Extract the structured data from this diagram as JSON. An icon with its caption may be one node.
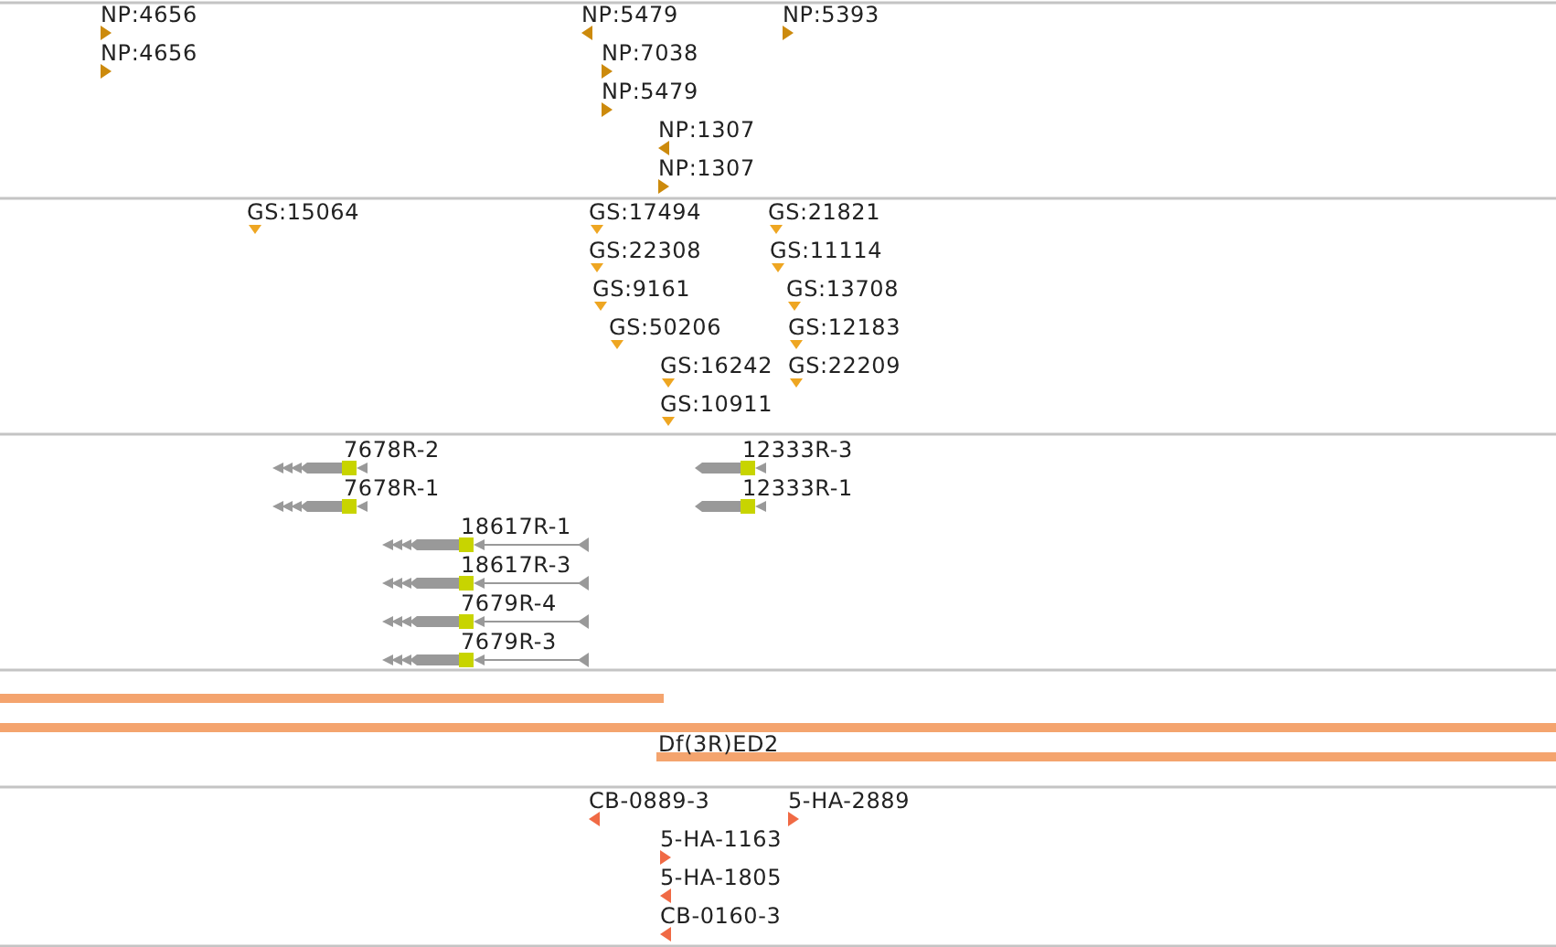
{
  "diagram": {
    "labels": [
      "NP:4656",
      "NP:5479",
      "NP:5393",
      "NP:4656",
      "NP:7038",
      "NP:5479",
      "NP:1307",
      "NP:1307",
      "GS:15064",
      "GS:17494",
      "GS:21821",
      "GS:22308",
      "GS:11114",
      "GS:9161",
      "GS:13708",
      "GS:50206",
      "GS:12183",
      "GS:16242",
      "GS:22209",
      "GS:10911",
      "7678R-2",
      "12333R-3",
      "7678R-1",
      "12333R-1",
      "18617R-1",
      "18617R-3",
      "7679R-4",
      "7679R-3",
      "Df(3R)ED2",
      "CB-0889-3",
      "5-HA-2889",
      "5-HA-1163",
      "5-HA-1805",
      "CB-0160-3"
    ]
  }
}
